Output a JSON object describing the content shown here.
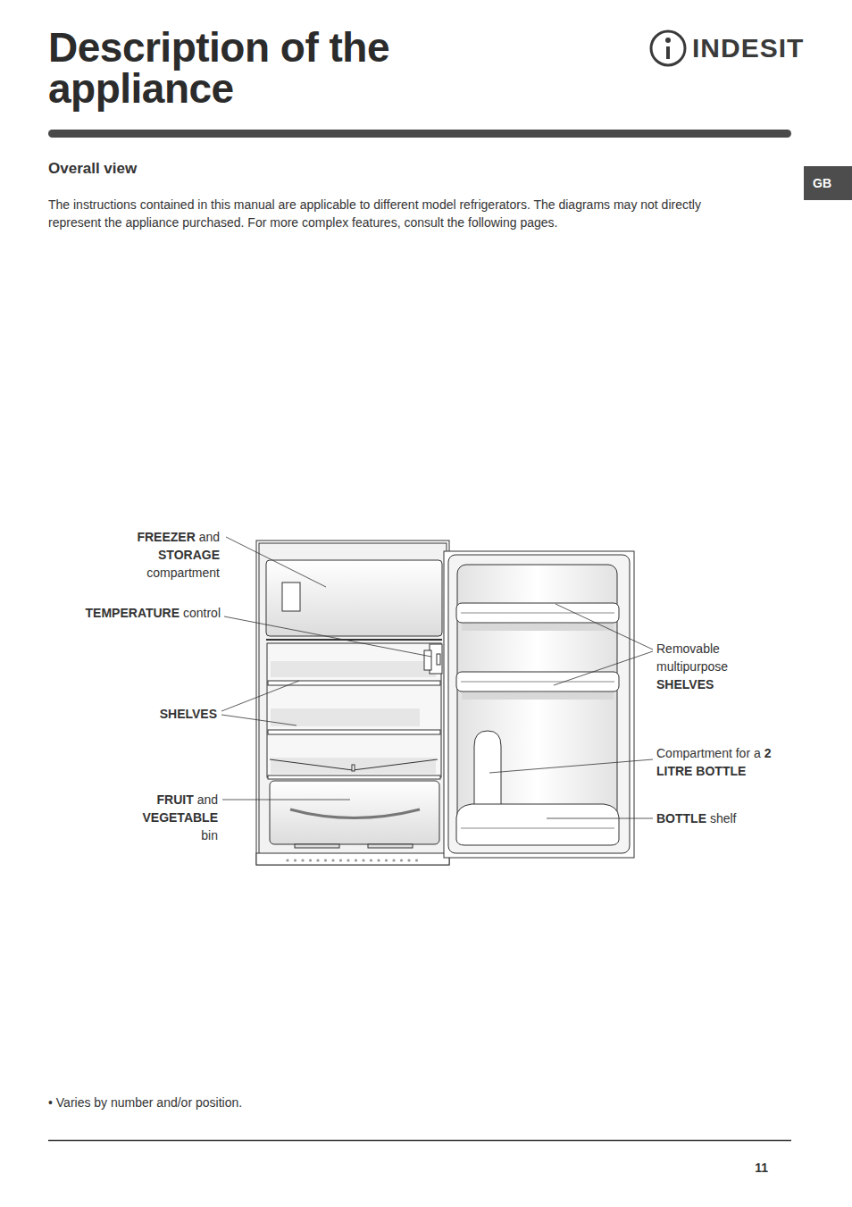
{
  "diagram": {
    "title": "Description of the appliance",
    "nodes": [
      {
        "text": [
          "GB"
        ]
      }
    ],
    "labels": [
      "INDESIT",
      "Overall view",
      "The instructions contained in this manual are applicable to different model refrigerators. The diagrams may not directly represent the appliance purchased. For more complex features, consult the following pages.",
      "FREEZER and STORAGE compartment",
      "TEMPERATURE control",
      "SHELVES",
      "FRUIT and VEGETABLE bin",
      "Removable multipurpose SHELVES",
      "Compartment for a 2 LITRE BOTTLE",
      "BOTTLE shelf",
      "• Varies by number and/or position.",
      "11"
    ]
  }
}
